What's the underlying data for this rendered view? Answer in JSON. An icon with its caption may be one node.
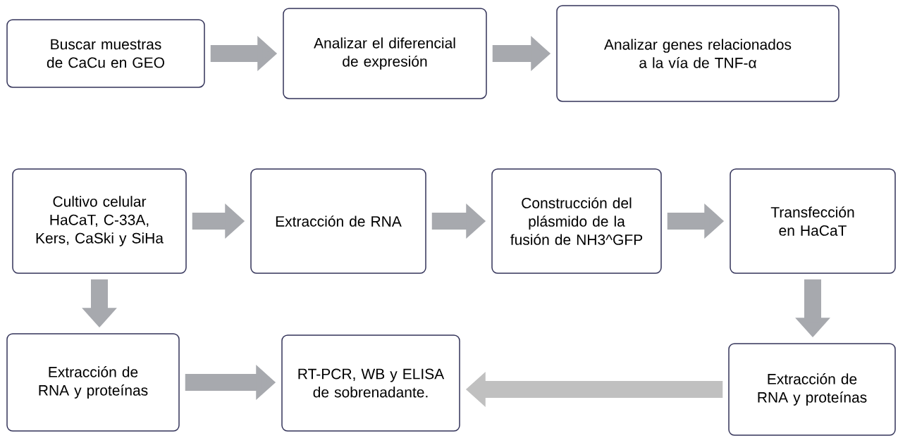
{
  "diagram": {
    "nodes": [
      {
        "text": [
          "Buscar muestras de CaCu en GEO"
        ]
      },
      {
        "text": [
          "Analizar el diferencial de expresión"
        ]
      },
      {
        "text": [
          "Analizar genes relacionados a la vía de TNF-α"
        ]
      },
      {
        "text": [
          "Cultivo celular HaCaT, C-33A, Kers, CaSki y SiHa"
        ]
      },
      {
        "text": [
          "Extracción de RNA"
        ]
      },
      {
        "text": [
          "Construcción del plásmido de la fusión de NH3^GFP"
        ]
      },
      {
        "text": [
          "Transfección en HaCaT"
        ]
      },
      {
        "text": [
          "Extracción de RNA y proteínas"
        ]
      },
      {
        "text": [
          "RT-PCR, WB y ELISA de sobrenadante."
        ]
      },
      {
        "text": [
          "Extracción de RNA y proteínas"
        ]
      }
    ],
    "edges": [
      {
        "from": 0,
        "to": 1,
        "arrow": "to"
      },
      {
        "from": 1,
        "to": 2,
        "arrow": "to"
      },
      {
        "from": 3,
        "to": 4,
        "arrow": "to"
      },
      {
        "from": 4,
        "to": 5,
        "arrow": "to"
      },
      {
        "from": 5,
        "to": 6,
        "arrow": "to"
      },
      {
        "from": 3,
        "to": 7,
        "arrow": "to"
      },
      {
        "from": 6,
        "to": 9,
        "arrow": "to"
      },
      {
        "from": 7,
        "to": 8,
        "arrow": "to"
      },
      {
        "from": 9,
        "to": 8,
        "arrow": "to",
        "color": "#c0c0c0"
      }
    ]
  }
}
